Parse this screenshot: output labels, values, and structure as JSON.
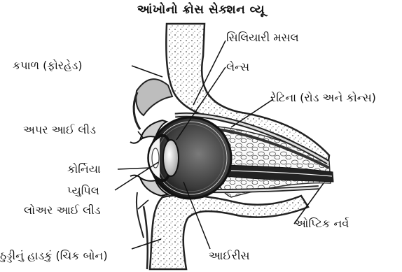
{
  "title": "આંખોનો ક્રોસ સેક્શન વ્યૂ",
  "labels": {
    "ciliary_muscle": "સિલિયારી મસલ",
    "forehead": "કપાળ (ફોરહેડ)",
    "lens": "લેન્સ",
    "retina": "રેટિના (રોડ અને કોન્સ)",
    "upper_eyelid": "અપર આઈ લીડ",
    "cornea": "કોર્નિયા",
    "pupil": "પ્યુપિલ",
    "lower_eyelid": "લોઅર આઈ લીડ",
    "optic_nerve": "ઓપ્ટિક નર્વ",
    "cheek_bone": "ઠુડ્ડીનું હાડકું (ચિક બોન)",
    "iris": "આઈરીસ"
  }
}
